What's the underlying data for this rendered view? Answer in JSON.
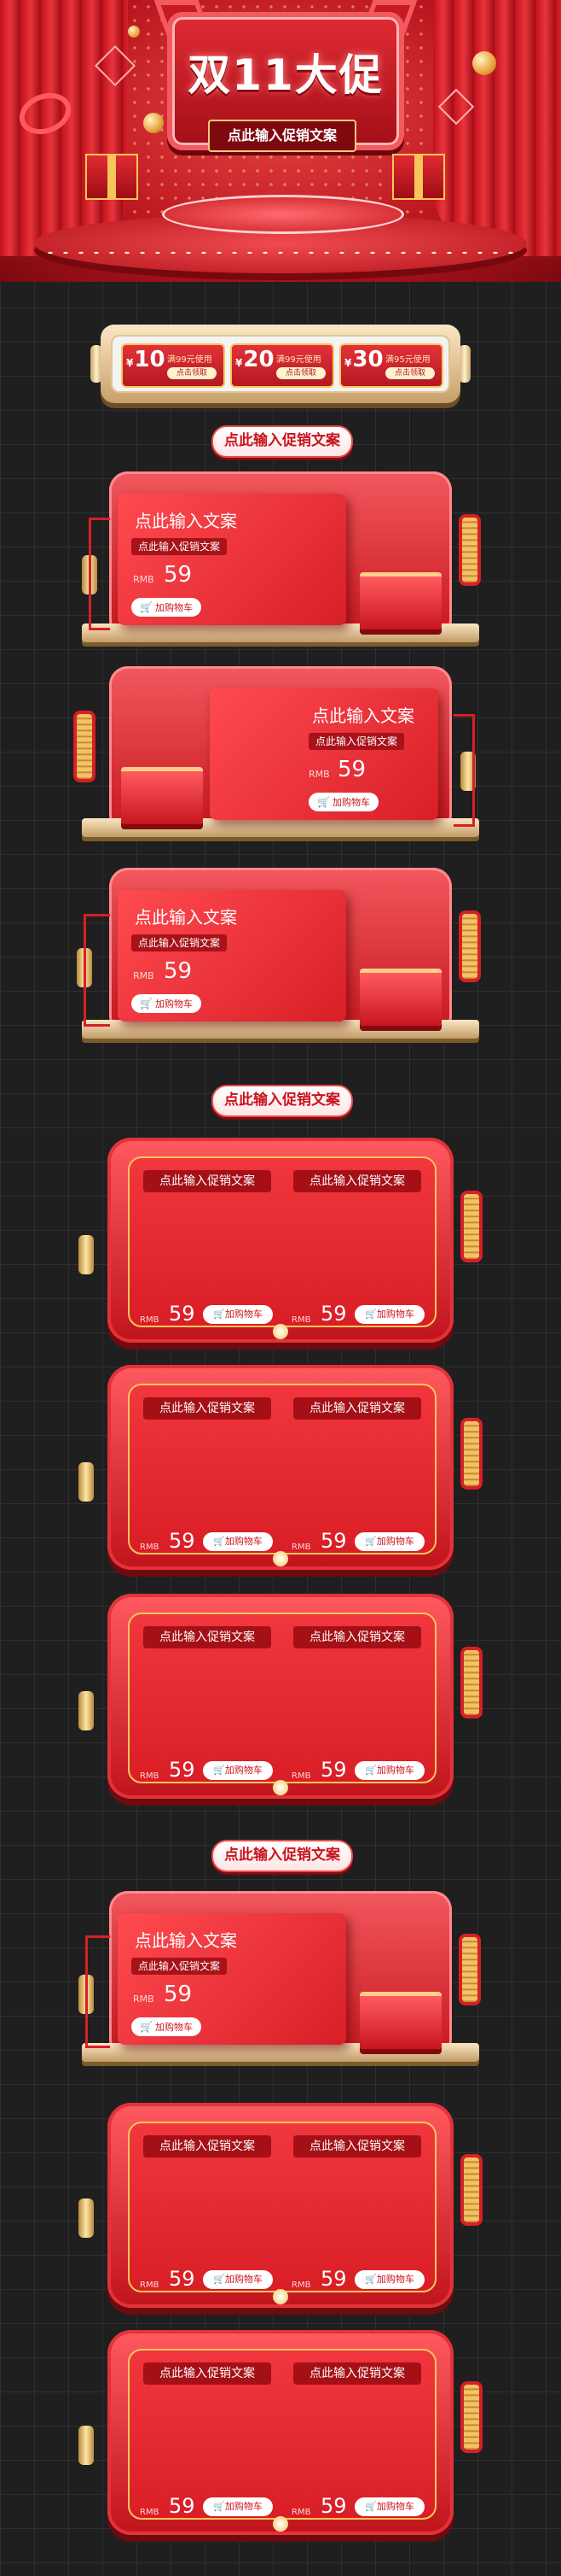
{
  "page": {
    "bg_color": "#1f1f1f",
    "accent": "#d81f27",
    "gold": "#f7c65a"
  },
  "hero": {
    "title": "双11大促",
    "subtitle": "点此输入促销文案"
  },
  "coupons": [
    {
      "currency": "¥",
      "value": "10",
      "condition": "满99元使用",
      "button": "点击领取"
    },
    {
      "currency": "¥",
      "value": "20",
      "condition": "满99元使用",
      "button": "点击领取"
    },
    {
      "currency": "¥",
      "value": "30",
      "condition": "满95元使用",
      "button": "点击领取"
    }
  ],
  "sections": [
    {
      "title": "点此输入促销文案"
    },
    {
      "title": "点此输入促销文案"
    },
    {
      "title": "点此输入促销文案"
    }
  ],
  "booths": [
    {
      "title": "点此输入文案",
      "tag": "点此输入促销文案",
      "rmb": "RMB",
      "price": "59",
      "button": "加购物车",
      "cart_icon": "cart-icon"
    },
    {
      "title": "点此输入文案",
      "tag": "点此输入促销文案",
      "rmb": "RMB",
      "price": "59",
      "button": "加购物车",
      "cart_icon": "cart-icon"
    },
    {
      "title": "点此输入文案",
      "tag": "点此输入促销文案",
      "rmb": "RMB",
      "price": "59",
      "button": "加购物车",
      "cart_icon": "cart-icon"
    },
    {
      "title": "点此输入文案",
      "tag": "点此输入促销文案",
      "rmb": "RMB",
      "price": "59",
      "button": "加购物车",
      "cart_icon": "cart-icon"
    }
  ],
  "frames": [
    {
      "items": [
        {
          "label": "点此输入促销文案",
          "rmb": "RMB",
          "price": "59",
          "button": "加购物车"
        },
        {
          "label": "点此输入促销文案",
          "rmb": "RMB",
          "price": "59",
          "button": "加购物车"
        }
      ]
    },
    {
      "items": [
        {
          "label": "点此输入促销文案",
          "rmb": "RMB",
          "price": "59",
          "button": "加购物车"
        },
        {
          "label": "点此输入促销文案",
          "rmb": "RMB",
          "price": "59",
          "button": "加购物车"
        }
      ]
    },
    {
      "items": [
        {
          "label": "点此输入促销文案",
          "rmb": "RMB",
          "price": "59",
          "button": "加购物车"
        },
        {
          "label": "点此输入促销文案",
          "rmb": "RMB",
          "price": "59",
          "button": "加购物车"
        }
      ]
    },
    {
      "items": [
        {
          "label": "点此输入促销文案",
          "rmb": "RMB",
          "price": "59",
          "button": "加购物车"
        },
        {
          "label": "点此输入促销文案",
          "rmb": "RMB",
          "price": "59",
          "button": "加购物车"
        }
      ]
    },
    {
      "items": [
        {
          "label": "点此输入促销文案",
          "rmb": "RMB",
          "price": "59",
          "button": "加购物车"
        },
        {
          "label": "点此输入促销文案",
          "rmb": "RMB",
          "price": "59",
          "button": "加购物车"
        }
      ]
    }
  ]
}
